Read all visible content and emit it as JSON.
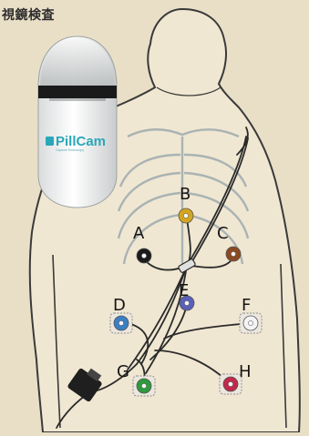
{
  "title": "視鏡検査",
  "device": {
    "brand": "PillCam",
    "tagline": "Capsule Endoscopy",
    "icon": "pillcam-logo-icon"
  },
  "electrodes": [
    {
      "label": "B",
      "color": "#d4a520"
    },
    {
      "label": "A",
      "color": "#1b1b1b"
    },
    {
      "label": "C",
      "color": "#8b4a22"
    },
    {
      "label": "E",
      "color": "#5a5fb8"
    },
    {
      "label": "D",
      "color": "#3a7fc4"
    },
    {
      "label": "F",
      "color": "#f4f4f4"
    },
    {
      "label": "G",
      "color": "#2e9a3e"
    },
    {
      "label": "H",
      "color": "#c0294a"
    }
  ],
  "colors": {
    "background": "#e9dfc7",
    "body_outline": "#3a3a3a",
    "ribs": "#aab3b3",
    "cable": "#2a2a2a"
  }
}
